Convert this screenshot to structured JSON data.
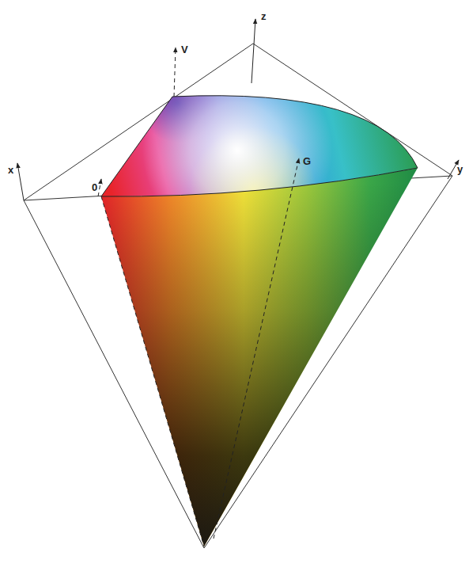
{
  "diagram": {
    "labels": [
      "z",
      "V",
      "x",
      "0",
      "G",
      "y"
    ]
  }
}
